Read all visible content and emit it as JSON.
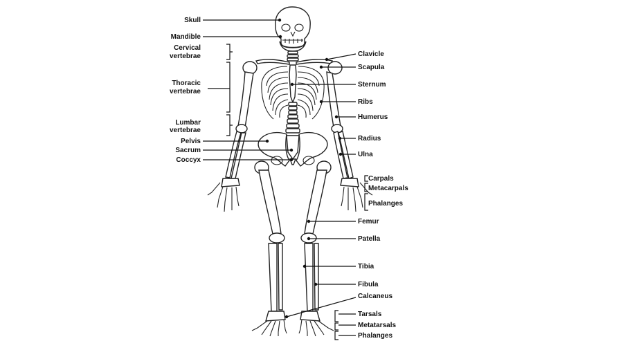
{
  "labels_left": {
    "skull": "Skull",
    "mandible": "Mandible",
    "cervical_1": "Cervical",
    "cervical_2": "vertebrae",
    "thoracic_1": "Thoracic",
    "thoracic_2": "vertebrae",
    "lumbar_1": "Lumbar",
    "lumbar_2": "vertebrae",
    "pelvis": "Pelvis",
    "sacrum": "Sacrum",
    "coccyx": "Coccyx"
  },
  "labels_right": {
    "clavicle": "Clavicle",
    "scapula": "Scapula",
    "sternum": "Sternum",
    "ribs": "Ribs",
    "humerus": "Humerus",
    "radius": "Radius",
    "ulna": "Ulna",
    "carpals": "Carpals",
    "metacarpals": "Metacarpals",
    "phalanges_hand": "Phalanges",
    "femur": "Femur",
    "patella": "Patella",
    "tibia": "Tibia",
    "fibula": "Fibula",
    "calcaneus": "Calcaneus",
    "tarsals": "Tarsals",
    "metatarsals": "Metatarsals",
    "phalanges_foot": "Phalanges"
  },
  "colors": {
    "ink": "#111111",
    "background": "#ffffff"
  }
}
